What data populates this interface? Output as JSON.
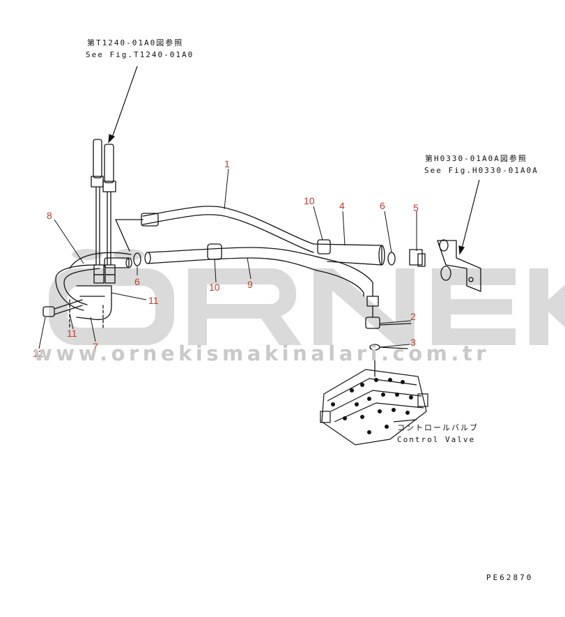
{
  "references": {
    "top_left": {
      "ja": "第T1240-01A0図参照",
      "en": "See Fig.T1240-01A0"
    },
    "top_right": {
      "ja": "第H0330-01A0A図参照",
      "en": "See Fig.H0330-01A0A"
    },
    "control_valve": {
      "ja": "コントロールバルブ",
      "en": "Control Valve"
    }
  },
  "callouts": [
    "1",
    "2",
    "3",
    "4",
    "5",
    "6",
    "6",
    "7",
    "8",
    "9",
    "10",
    "10",
    "11",
    "11",
    "12"
  ],
  "watermark": {
    "logo": "ÖRNEK",
    "url": "www.ornekismakinalari.com.tr",
    "color": "#cfcfcf"
  },
  "figure_code": "PE62870",
  "colors": {
    "callout": "#c0392b",
    "line": "#111111"
  }
}
